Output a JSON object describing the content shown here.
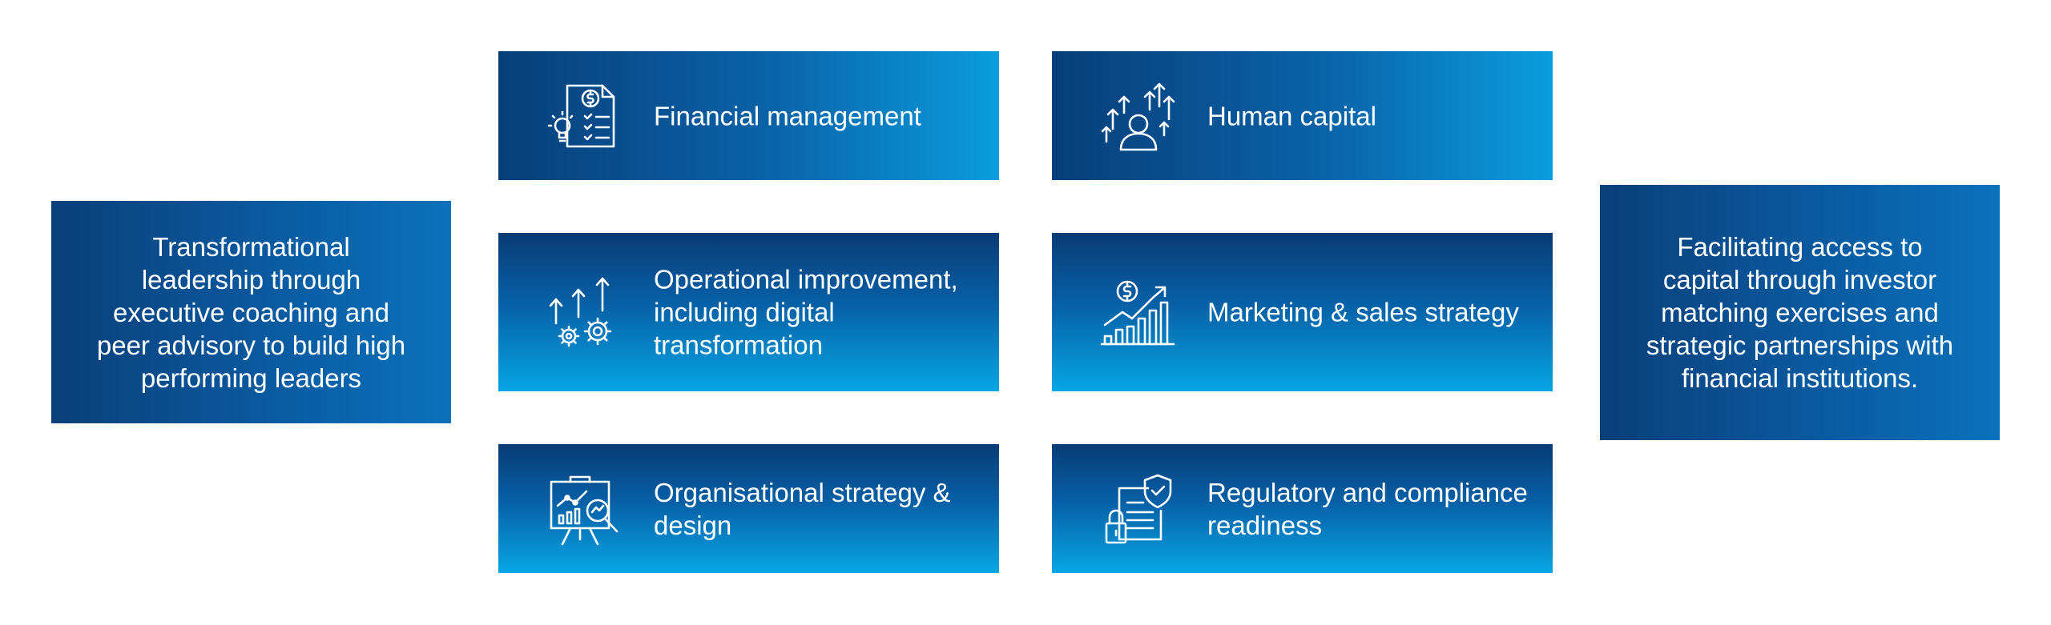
{
  "left_box": {
    "text": "Transformational leadership through executive coaching and peer advisory to build high performing leaders"
  },
  "right_box": {
    "text": "Facilitating access to capital through investor matching exercises and strategic partnerships with financial institutions."
  },
  "cards": [
    {
      "label": "Financial management",
      "icon": "financial-report-icon"
    },
    {
      "label": "Human capital",
      "icon": "human-growth-icon"
    },
    {
      "label": "Operational improvement, including digital transformation",
      "icon": "gears-arrows-icon"
    },
    {
      "label": "Marketing & sales strategy",
      "icon": "sales-growth-chart-icon"
    },
    {
      "label": "Organisational strategy & design",
      "icon": "presentation-analysis-icon"
    },
    {
      "label": "Regulatory and compliance readiness",
      "icon": "compliance-document-icon"
    }
  ],
  "colors": {
    "dark_blue": "#073e7a",
    "mid_blue": "#0a63a8",
    "light_blue": "#0a9ddf"
  }
}
